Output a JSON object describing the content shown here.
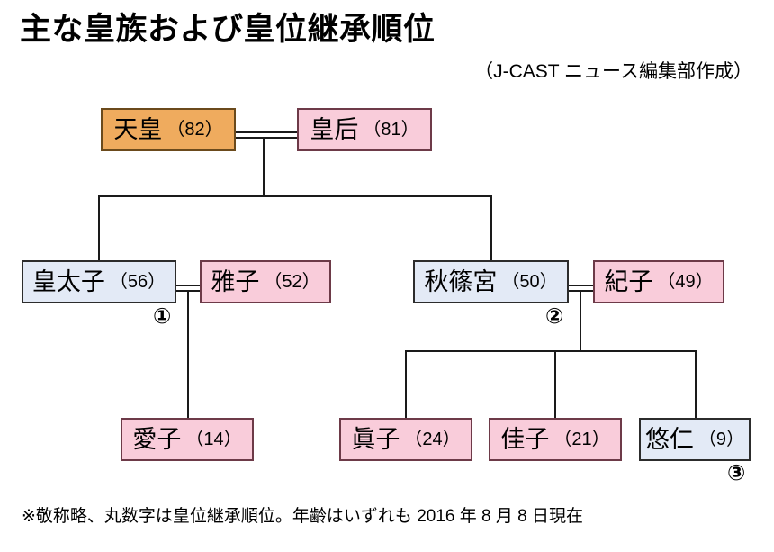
{
  "header": {
    "title": "主な皇族および皇位継承順位",
    "credit": "（J-CAST ニュース編集部作成）"
  },
  "footer": {
    "note": "※敬称略、丸数字は皇位継承順位。年齢はいずれも 2016 年 8 月 8 日現在"
  },
  "colors": {
    "emperor_fill": "#efab5e",
    "female_fill": "#f9ccda",
    "male_fill": "#e3eaf6",
    "line": "#1a1a1a",
    "background": "#ffffff"
  },
  "nodes": [
    {
      "id": "emperor",
      "name": "天皇",
      "age": "（82）",
      "role": "emperor",
      "rank": ""
    },
    {
      "id": "empress",
      "name": "皇后",
      "age": "（81）",
      "role": "female",
      "rank": ""
    },
    {
      "id": "crown-prince",
      "name": "皇太子",
      "age": "（56）",
      "role": "male",
      "rank": "①"
    },
    {
      "id": "masako",
      "name": "雅子",
      "age": "（52）",
      "role": "female",
      "rank": ""
    },
    {
      "id": "akishino",
      "name": "秋篠宮",
      "age": "（50）",
      "role": "male",
      "rank": "②"
    },
    {
      "id": "kiko",
      "name": "紀子",
      "age": "（49）",
      "role": "female",
      "rank": ""
    },
    {
      "id": "aiko",
      "name": "愛子",
      "age": "（14）",
      "role": "female",
      "rank": ""
    },
    {
      "id": "mako",
      "name": "眞子",
      "age": "（24）",
      "role": "female",
      "rank": ""
    },
    {
      "id": "kako",
      "name": "佳子",
      "age": "（21）",
      "role": "female",
      "rank": ""
    },
    {
      "id": "hisahito",
      "name": "悠仁",
      "age": "（9）",
      "role": "male",
      "rank": "③"
    }
  ]
}
